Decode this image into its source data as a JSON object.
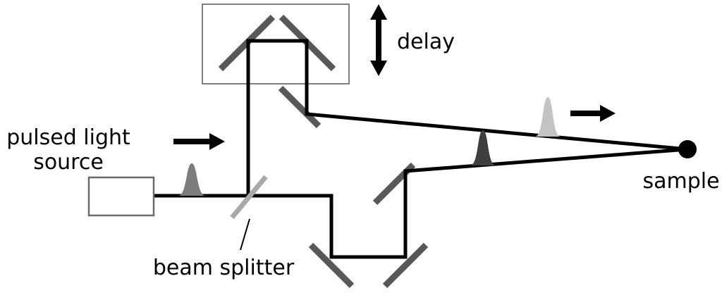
{
  "labels": {
    "source_line1": "pulsed light",
    "source_line2": "source",
    "delay": "delay",
    "beam_splitter": "beam splitter",
    "sample": "sample"
  },
  "colors": {
    "beam": "#000000",
    "mirror": "#58585a",
    "beam_splitter": "#a9a9a9",
    "delay_box_outline": "#808080",
    "source_box_outline": "#6b6b6b",
    "pulse_input": "#7d7d7d",
    "pulse_pump": "#3f3f3f",
    "pulse_probe": "#c3c3c3",
    "sample_dot": "#000000",
    "arrow": "#000000",
    "background": "#ffffff"
  }
}
